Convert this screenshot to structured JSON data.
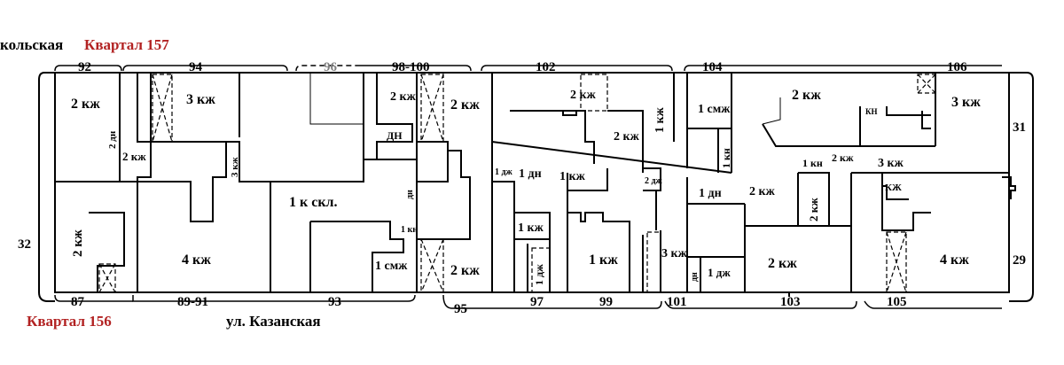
{
  "headers": {
    "street_top": "кольская",
    "block_top": "Квартал 157",
    "block_bottom": "Квартал 156",
    "street_bottom": "ул. Казанская"
  },
  "colors": {
    "block_label": "#b22222",
    "gray_number": "#808080",
    "line": "#000000"
  },
  "house_numbers_top": [
    "92",
    "94",
    "96",
    "98-100",
    "102",
    "104",
    "106"
  ],
  "house_numbers_bottom": [
    "87",
    "89-91",
    "93",
    "95",
    "97",
    "99",
    "101",
    "103",
    "105"
  ],
  "house_numbers_side": [
    "32",
    "31",
    "29"
  ],
  "buildings": {
    "a": "2 кж",
    "b": "3 кж",
    "c": "2 дн",
    "d": "2 кж",
    "e": "3 кж",
    "f": "2 кж",
    "g": "ДН",
    "h": "2 кж",
    "i": "2 кж",
    "j": "2 кж",
    "k": "1 кж",
    "l": "1 смж",
    "m": "1 кн",
    "n": "2 кж",
    "o": "3 кж",
    "p": "КН",
    "q": "1 кн",
    "r": "2 кж",
    "s": "3 кж",
    "t": "КЖ",
    "u": "1 дж",
    "v": "1 дн",
    "w": "1 кж",
    "x": "2 дж",
    "y": "1 дн",
    "z": "2 кж",
    "aa": "2 кж",
    "bb": "1 к скл.",
    "cc": "дн",
    "dd": "1 кн",
    "ee": "1 кж",
    "ff": "1 дж",
    "gg": "2 кж",
    "hh": "4 кж",
    "ii": "1 смж",
    "jj": "2 кж",
    "kk": "1 кж",
    "ll": "3 кж",
    "mm": "дн",
    "nn": "1 дж",
    "oo": "2 кж",
    "pp": "4 кж"
  }
}
